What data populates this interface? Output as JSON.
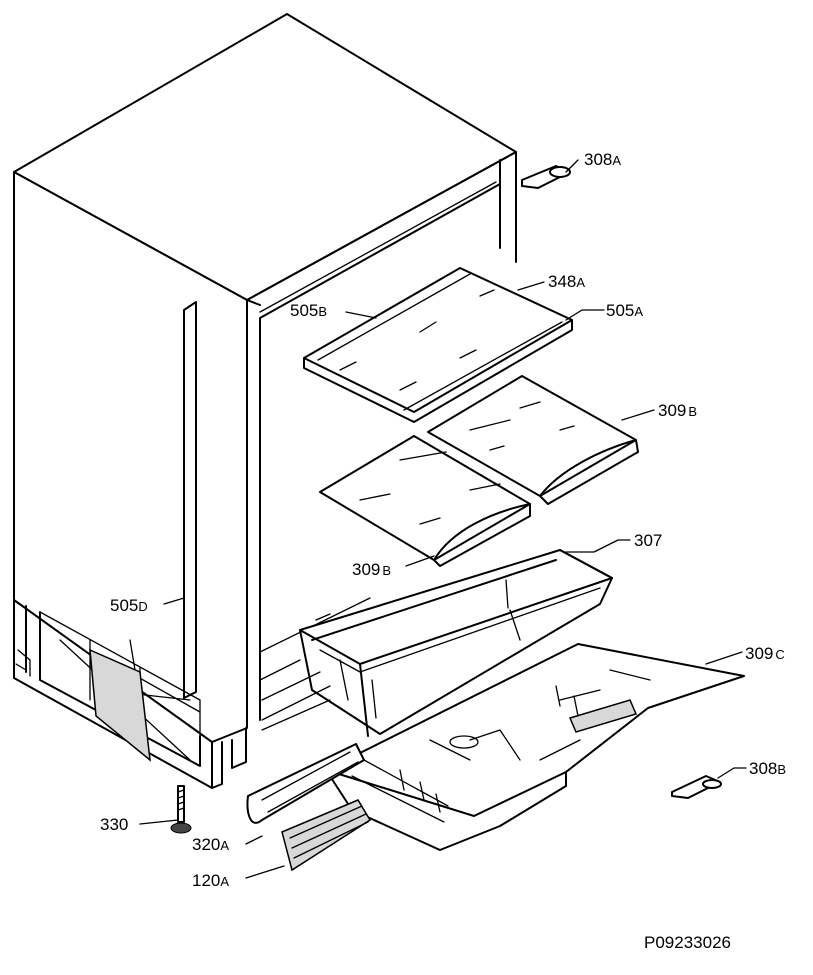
{
  "labels": {
    "l308A": {
      "main": "308",
      "sub": "A"
    },
    "l348A": {
      "main": "348",
      "sub": "A"
    },
    "l505B": {
      "main": "505",
      "sub": "B"
    },
    "l505A": {
      "main": "505",
      "sub": "A"
    },
    "l309B_top": {
      "main": "309",
      "sub": "B"
    },
    "l307": {
      "main": "307",
      "sub": ""
    },
    "l309B_mid": {
      "main": "309",
      "sub": "B"
    },
    "l505D": {
      "main": "505",
      "sub": "D"
    },
    "l309C": {
      "main": "309",
      "sub": "C"
    },
    "l308B": {
      "main": "308",
      "sub": "B"
    },
    "l330": {
      "main": "330",
      "sub": ""
    },
    "l320A": {
      "main": "320",
      "sub": "A"
    },
    "l120A": {
      "main": "120",
      "sub": "A"
    }
  },
  "drawing_code": "P09233026"
}
